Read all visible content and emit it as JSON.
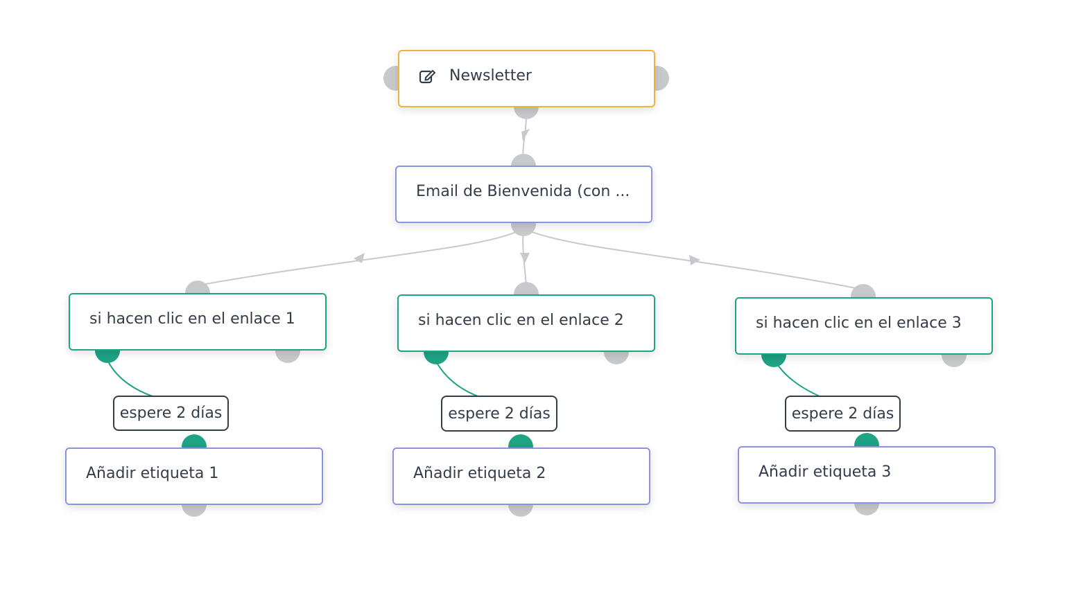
{
  "trigger": {
    "label": "Newsletter",
    "icon": "edit-icon"
  },
  "email": {
    "label": "Email de Bienvenida (con ..."
  },
  "branches": [
    {
      "condition": "si hacen clic en el enlace 1",
      "wait": "espere 2 días",
      "action": "Añadir etiqueta 1"
    },
    {
      "condition": "si hacen clic en el enlace 2",
      "wait": "espere 2 días",
      "action": "Añadir etiqueta 2"
    },
    {
      "condition": "si hacen clic en el enlace 3",
      "wait": "espere 2 días",
      "action": "Añadir etiqueta 3"
    }
  ],
  "colors": {
    "trigger_border": "#f2b233",
    "email_border": "#8a93e0",
    "condition_border": "#1fa385",
    "port_gray": "#c7c9cc",
    "port_green": "#1fa385",
    "edge_gray": "#c7c9cc"
  }
}
